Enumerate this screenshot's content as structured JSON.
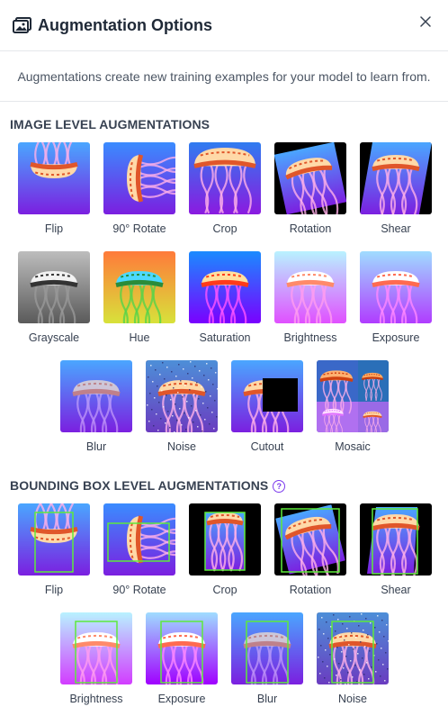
{
  "header": {
    "title": "Augmentation Options"
  },
  "description": "Augmentations create new training examples for your model to learn from.",
  "image_section": {
    "title": "IMAGE LEVEL AUGMENTATIONS",
    "items": [
      {
        "label": "Flip"
      },
      {
        "label": "90° Rotate"
      },
      {
        "label": "Crop"
      },
      {
        "label": "Rotation"
      },
      {
        "label": "Shear"
      },
      {
        "label": "Grayscale"
      },
      {
        "label": "Hue"
      },
      {
        "label": "Saturation"
      },
      {
        "label": "Brightness"
      },
      {
        "label": "Exposure"
      },
      {
        "label": "Blur"
      },
      {
        "label": "Noise"
      },
      {
        "label": "Cutout"
      },
      {
        "label": "Mosaic"
      }
    ]
  },
  "bbox_section": {
    "title": "BOUNDING BOX LEVEL AUGMENTATIONS",
    "help": "?",
    "items": [
      {
        "label": "Flip"
      },
      {
        "label": "90° Rotate"
      },
      {
        "label": "Crop"
      },
      {
        "label": "Rotation"
      },
      {
        "label": "Shear"
      },
      {
        "label": "Brightness"
      },
      {
        "label": "Exposure"
      },
      {
        "label": "Blur"
      },
      {
        "label": "Noise"
      }
    ]
  },
  "colors": {
    "accent": "#7c3aed",
    "bbox": "#5eea3b"
  }
}
